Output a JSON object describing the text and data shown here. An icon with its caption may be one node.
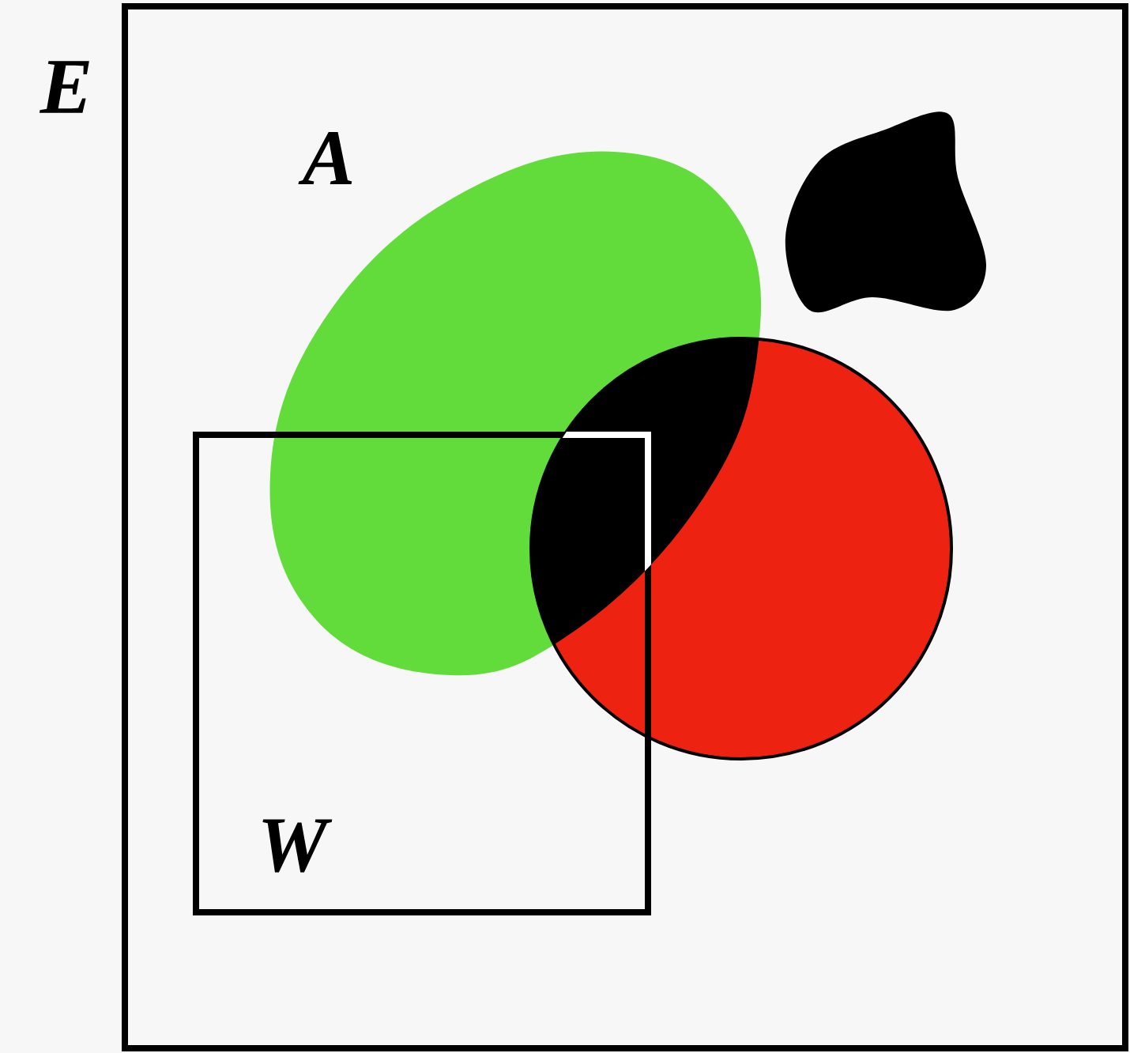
{
  "diagram": {
    "nodes": [
      {
        "text": [
          "E"
        ]
      },
      {
        "text": [
          "A"
        ],
        "in": 0
      },
      {
        "text": [],
        "shape": "circle",
        "in": 0
      },
      {
        "text": [],
        "shape": "cloud",
        "in": 0
      },
      {
        "text": [
          "W"
        ],
        "in": 0
      }
    ]
  }
}
